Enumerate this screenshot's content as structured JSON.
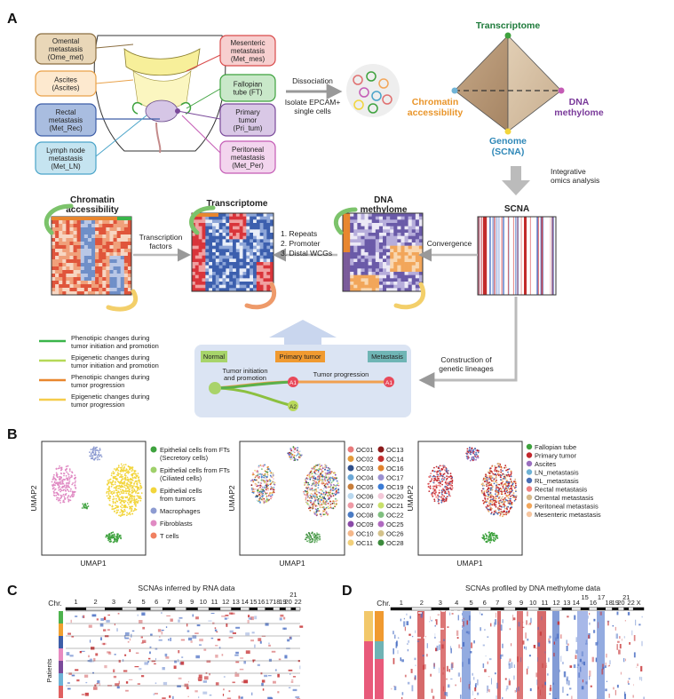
{
  "panels": {
    "a": "A",
    "b": "B",
    "c": "C",
    "d": "D"
  },
  "panel_a": {
    "sites_left": [
      {
        "text": "Omental\nmetastasis\n(Ome_met)",
        "fill": "#e9d7b8",
        "stroke": "#8b6e40"
      },
      {
        "text": "Ascites\n(Ascites)",
        "fill": "#fde9cf",
        "stroke": "#e9a24a"
      },
      {
        "text": "Rectal\nmetastasis\n(Met_Rec)",
        "fill": "#a9bde0",
        "stroke": "#3d5ea8"
      },
      {
        "text": "Lymph node\nmetastasis\n(Met_LN)",
        "fill": "#c5e4f0",
        "stroke": "#4aa4c9"
      }
    ],
    "sites_right": [
      {
        "text": "Mesenteric\nmetastasis\n(Met_mes)",
        "fill": "#f7cfcf",
        "stroke": "#d94b4b"
      },
      {
        "text": "Fallopian\ntube (FT)",
        "fill": "#c9e8c9",
        "stroke": "#3ea23e"
      },
      {
        "text": "Primary\ntumor\n(Pri_tum)",
        "fill": "#d9c8e6",
        "stroke": "#7a4a9a"
      },
      {
        "text": "Peritoneal\nmetastasis\n(Met_Per)",
        "fill": "#f3d5ee",
        "stroke": "#c45bb5"
      }
    ],
    "dissociation": "Dissociation",
    "isolate": "Isolate EPCAM+\nsingle cells",
    "pyramid": {
      "top": "Transcriptome",
      "left": "Chromatin\naccessibility",
      "right": "DNA\nmethylome",
      "bottom": "Genome\n(SCNA)"
    },
    "integrative": "Integrative\nomics analysis",
    "heatmaps": {
      "chromatin": "Chromatin\naccessibility",
      "transcriptome": "Transcriptome",
      "dna": "DNA\nmethylome",
      "scna": "SCNA"
    },
    "tf": "Transcription\nfactors",
    "steps": "1. Repeats\n2. Promoter\n3. Distal WCGs",
    "convergence": "Convergence",
    "construction": "Construction of\ngenetic lineages",
    "legend": [
      {
        "text": "Phenotipic changes during\ntumor initiation and promotion",
        "color": "#3ab54a"
      },
      {
        "text": "Epigenetic changes during\ntumor initiation and promotion",
        "color": "#b6d957"
      },
      {
        "text": "Phenotipic changes during\ntumor progression",
        "color": "#e8862e"
      },
      {
        "text": "Epigenetic changes during\ntumor progression",
        "color": "#f5cc4b"
      }
    ],
    "lineage": {
      "normal": "Normal",
      "primary": "Primary tumor",
      "metastasis": "Metastasis",
      "initiation": "Tumor initiation\nand promotion",
      "progression": "Tumor progression",
      "a1": "A1",
      "a2": "A2"
    }
  },
  "panel_b": {
    "xlabel": "UMAP1",
    "ylabel": "UMAP2",
    "legend1": [
      {
        "text": "Epithelial cells from FTs\n(Secretory cells)",
        "color": "#3ea23e"
      },
      {
        "text": "Epithelial cells from FTs\n(Ciliated cells)",
        "color": "#9fd06b"
      },
      {
        "text": "Epithelial cells\nfrom tumors",
        "color": "#f2d53c"
      },
      {
        "text": "Macrophages",
        "color": "#8d9bd1"
      },
      {
        "text": "Fibroblasts",
        "color": "#e08ac3"
      },
      {
        "text": "T cells",
        "color": "#f08060"
      }
    ],
    "legend2_col1": [
      {
        "t": "OC01",
        "c": "#e87a7a"
      },
      {
        "t": "OC02",
        "c": "#e39a3b"
      },
      {
        "t": "OC03",
        "c": "#2f4f8a"
      },
      {
        "t": "OC04",
        "c": "#6aa7d6"
      },
      {
        "t": "OC05",
        "c": "#c87e3a"
      },
      {
        "t": "OC06",
        "c": "#b9d8ef"
      },
      {
        "t": "OC07",
        "c": "#ef9aa5"
      },
      {
        "t": "OC08",
        "c": "#4a7bc4"
      },
      {
        "t": "OC09",
        "c": "#8a4aa8"
      },
      {
        "t": "OC10",
        "c": "#f5b88a"
      },
      {
        "t": "OC11",
        "c": "#f2d07a"
      }
    ],
    "legend2_col2": [
      {
        "t": "OC13",
        "c": "#8b1a1a"
      },
      {
        "t": "OC14",
        "c": "#c23030"
      },
      {
        "t": "OC16",
        "c": "#e2832e"
      },
      {
        "t": "OC17",
        "c": "#9a8fd0"
      },
      {
        "t": "OC19",
        "c": "#3a7bd5"
      },
      {
        "t": "OC20",
        "c": "#f3c8d8"
      },
      {
        "t": "OC21",
        "c": "#c8e06a"
      },
      {
        "t": "OC22",
        "c": "#7fbf7f"
      },
      {
        "t": "OC25",
        "c": "#b06ac0"
      },
      {
        "t": "OC26",
        "c": "#d4c28a"
      },
      {
        "t": "OC28",
        "c": "#3b8a3b"
      }
    ],
    "legend3": [
      {
        "t": "Fallopian tube",
        "c": "#3ea23e"
      },
      {
        "t": "Primary tumor",
        "c": "#c2272d"
      },
      {
        "t": "Ascites",
        "c": "#9a6fc0"
      },
      {
        "t": "LN_metastasis",
        "c": "#6fb3d6"
      },
      {
        "t": "RL_metastasis",
        "c": "#4a6fb5"
      },
      {
        "t": "Rectal metastasis",
        "c": "#f08080"
      },
      {
        "t": "Omental metastasis",
        "c": "#d6b98a"
      },
      {
        "t": "Peritoneal metastasis",
        "c": "#f2a65a"
      },
      {
        "t": "Mesenteric metastasis",
        "c": "#f7c6a0"
      }
    ]
  },
  "panel_c": {
    "title": "SCNAs inferred by RNA data",
    "chr": "Chr.",
    "chroms": [
      "1",
      "2",
      "3",
      "4",
      "5",
      "6",
      "7",
      "8",
      "9",
      "10",
      "11",
      "12",
      "13",
      "14",
      "15",
      "16",
      "17",
      "18",
      "19",
      "20",
      "21",
      "22"
    ],
    "ylabel": "Patients"
  },
  "panel_d": {
    "title": "SCNAs profiled by DNA methylome data",
    "chr": "Chr.",
    "chroms": [
      "1",
      "2",
      "3",
      "4",
      "5",
      "6",
      "7",
      "8",
      "9",
      "10",
      "11",
      "12",
      "13",
      "14",
      "15",
      "16",
      "17",
      "18",
      "19",
      "20",
      "21",
      "22",
      "X"
    ]
  }
}
